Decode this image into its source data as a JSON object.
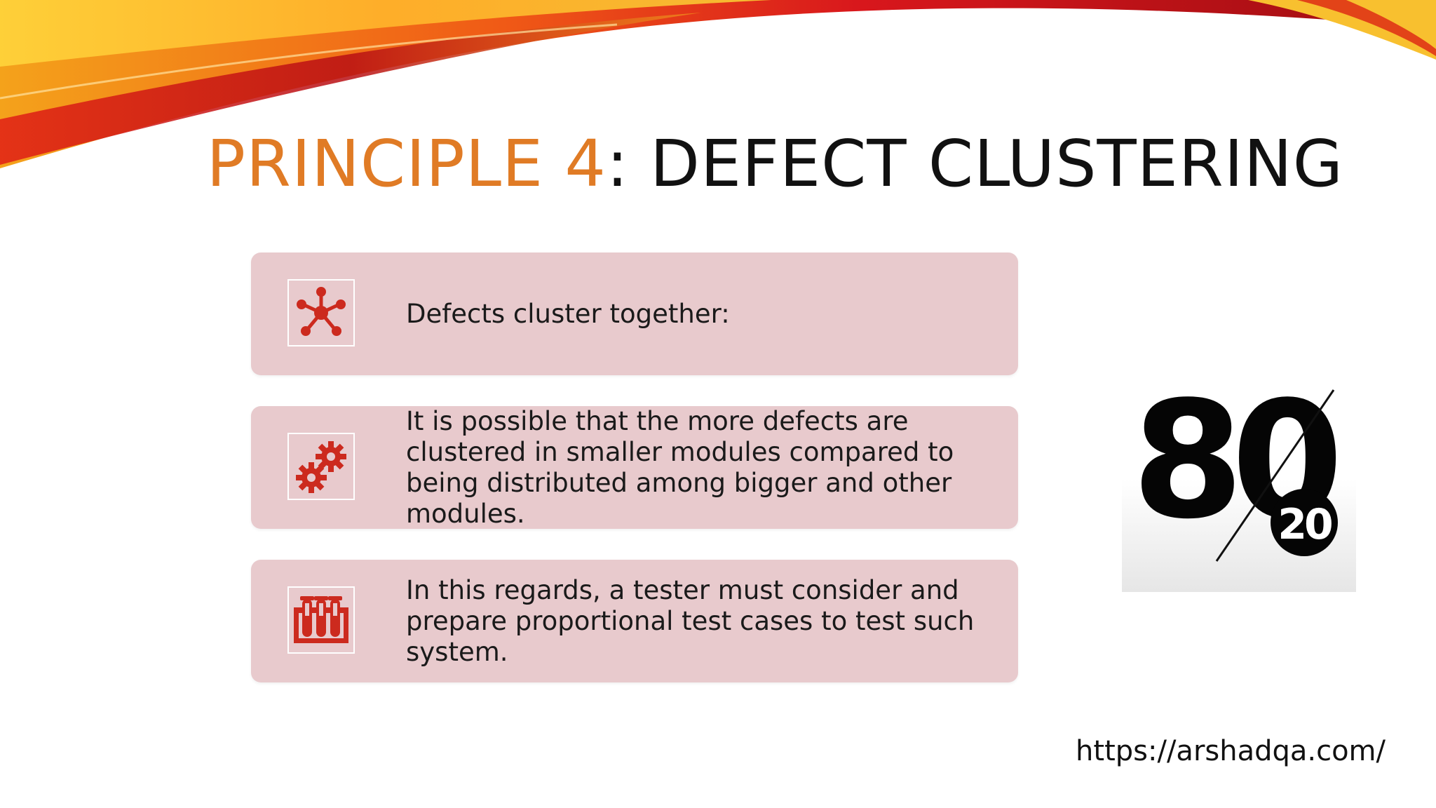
{
  "slide": {
    "title_prefix": "PRINCIPLE 4",
    "title_suffix": ": DEFECT CLUSTERING",
    "accent_color": "#e07b25",
    "card_color": "#e8cacd",
    "icon_color": "#cc2a1e"
  },
  "cards": [
    {
      "icon": "network-hub-icon",
      "text": "Defects cluster together:"
    },
    {
      "icon": "gears-icon",
      "text": "It is possible that the more defects are clustered in smaller modules compared to being distributed among bigger and other modules."
    },
    {
      "icon": "test-tubes-icon",
      "text": "In this regards, a tester must consider and prepare proportional test cases to test such system."
    }
  ],
  "pareto": {
    "big_number": "80",
    "small_number": "20"
  },
  "footer": {
    "url": "https://arshadqa.com/"
  }
}
